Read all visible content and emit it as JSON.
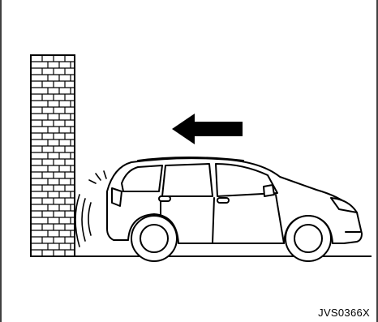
{
  "figure": {
    "reference_code": "JVS0366X",
    "colors": {
      "line": "#000000",
      "background": "#ffffff"
    },
    "elements": {
      "wall": "brick-wall",
      "arrow": "reverse-direction-arrow",
      "vehicle": "hatchback-car",
      "waves": "sensor-waves"
    }
  }
}
